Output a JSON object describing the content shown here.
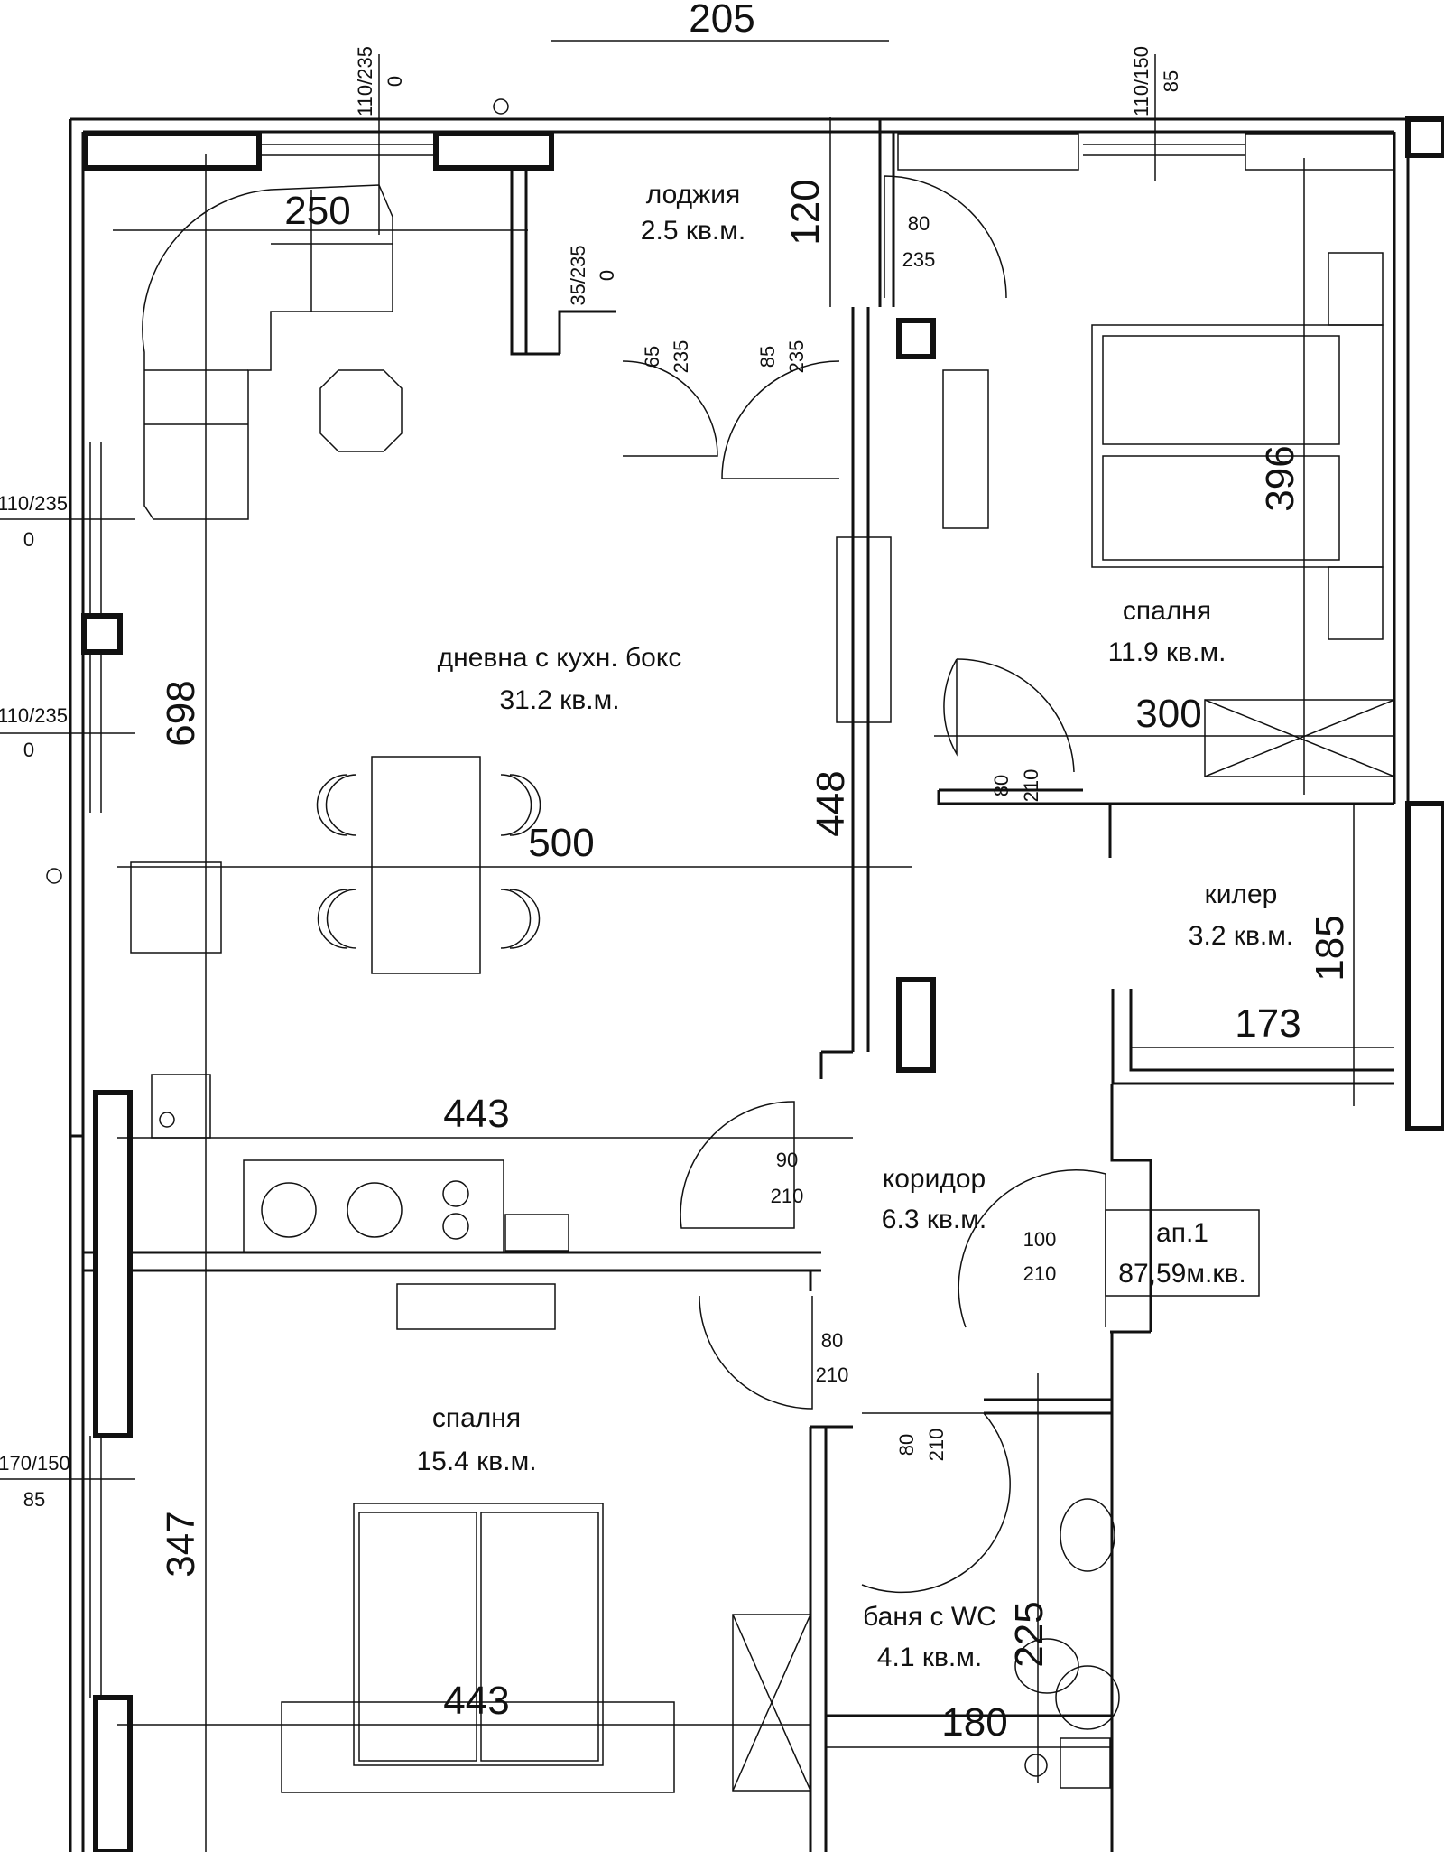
{
  "rooms": {
    "living": {
      "name": "дневна с кухн. бокс",
      "area": "31.2 кв.м."
    },
    "loggia": {
      "name": "лоджия",
      "area": "2.5 кв.м."
    },
    "bedroom1": {
      "name": "спалня",
      "area": "11.9 кв.м."
    },
    "storage": {
      "name": "килер",
      "area": "3.2 кв.м."
    },
    "corridor": {
      "name": "коридор",
      "area": "6.3 кв.м."
    },
    "bedroom2": {
      "name": "спалня",
      "area": "15.4 кв.м."
    },
    "bathroom": {
      "name": "баня с WC",
      "area": "4.1 кв.м."
    }
  },
  "apartment": {
    "label": "ап.1",
    "area": "87,59м.кв."
  },
  "dimensions": {
    "d205": "205",
    "d250": "250",
    "d120": "120",
    "d396": "396",
    "d698": "698",
    "d300": "300",
    "d448": "448",
    "d500": "500",
    "d185": "185",
    "d173": "173",
    "d443a": "443",
    "d347": "347",
    "d225": "225",
    "d443b": "443",
    "d180": "180"
  },
  "openings": {
    "w_top_living_a": "110/235",
    "w_top_living_b": "0",
    "w_top_bed_a": "110/150",
    "w_top_bed_b": "85",
    "w_left1_a": "110/235",
    "w_left1_b": "0",
    "w_left2_a": "110/235",
    "w_left2_b": "0",
    "w_left3_a": "170/150",
    "w_left3_b": "85",
    "w_loggia_a": "35/235",
    "w_loggia_b": "0",
    "d_loggia1_a": "65",
    "d_loggia1_b": "235",
    "d_loggia2_a": "85",
    "d_loggia2_b": "235",
    "d_bed1top_a": "80",
    "d_bed1top_b": "235",
    "d_bed1_a": "80",
    "d_bed1_b": "210",
    "d_living_a": "90",
    "d_living_b": "210",
    "d_entry_a": "100",
    "d_entry_b": "210",
    "d_bed2_a": "80",
    "d_bed2_b": "210",
    "d_bath_a": "80",
    "d_bath_b": "210"
  }
}
